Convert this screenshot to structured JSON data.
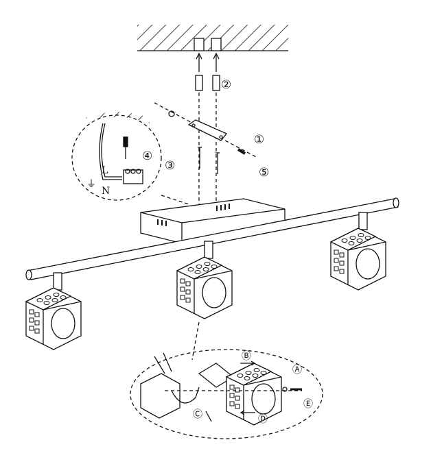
{
  "labels": {
    "step1": "①",
    "step2": "②",
    "step3": "③",
    "step4": "④",
    "step5": "⑤",
    "stepA": "Ⓐ",
    "stepB": "Ⓑ",
    "stepC": "Ⓒ",
    "stepD": "Ⓓ",
    "stepE": "Ⓔ",
    "live": "L",
    "neutral": "N",
    "earth": "⏚"
  },
  "colors": {
    "line": "#111111",
    "background": "#ffffff"
  }
}
